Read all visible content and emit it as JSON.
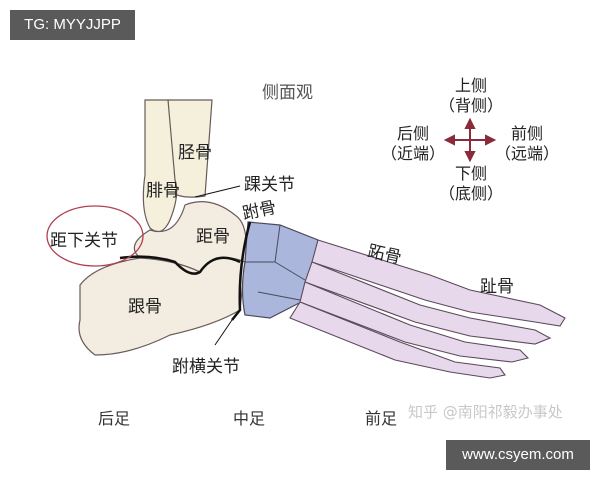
{
  "watermark_top": "TG: MYYJJPP",
  "watermark_bottom": "www.csyem.com",
  "diagram": {
    "title": "侧面观",
    "orientation": {
      "up": {
        "label": "上侧",
        "sub": "（背侧）"
      },
      "down": {
        "label": "下侧",
        "sub": "（底侧）"
      },
      "back": {
        "label": "后侧",
        "sub": "（近端）"
      },
      "front": {
        "label": "前侧",
        "sub": "（远端）"
      }
    },
    "labels": {
      "tibia": "胫骨",
      "fibula": "腓骨",
      "ankle_joint": "踝关节",
      "tarsal": "跗骨",
      "talus": "距骨",
      "subtalar_joint": "距下关节",
      "calcaneus": "跟骨",
      "transverse_tarsal_joint": "跗横关节",
      "metatarsal": "跖骨",
      "phalanges": "趾骨"
    },
    "regions": [
      "后足",
      "中足",
      "前足"
    ],
    "credit": "知乎 @南阳祁毅办事处"
  },
  "colors": {
    "bone_cream": "#f3ece0",
    "tarsal_blue": "#a9b6dc",
    "metatarsal_pink": "#e8d6ec",
    "outline": "#5a4a4a",
    "joint_line": "#1a1a1a",
    "circle": "#b04050",
    "arrow": "#8a2a3a"
  }
}
